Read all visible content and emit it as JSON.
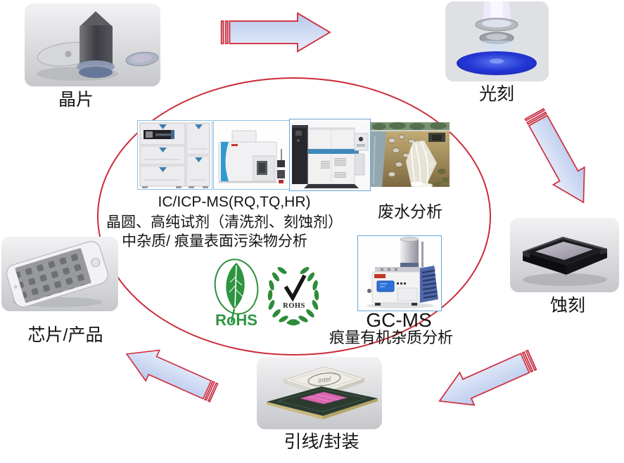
{
  "stages": {
    "wafer": {
      "label": "晶片"
    },
    "lithography": {
      "label": "光刻"
    },
    "etching": {
      "label": "蚀刻"
    },
    "packaging": {
      "label": "引线/封装"
    },
    "product": {
      "label": "芯片/产品"
    }
  },
  "analysis": {
    "ic_icp_title": "IC/ICP-MS(RQ,TQ,HR)",
    "ic_icp_line2": "晶圆、高纯试剂（清洗剂、刻蚀剂）",
    "ic_icp_line3": "中杂质/ 痕量表面污染物分析",
    "wastewater_label": "废水分析",
    "gcms_title": "GC-MS",
    "gcms_subtitle": "痕量有机杂质分析",
    "rohs_leaf_text": "RoHS",
    "rohs_wreath_text": "ROHS",
    "cpu_lid_logo": "intel"
  },
  "colors": {
    "ellipse_stroke": "#cb2b39",
    "arrow_stroke": "#cf2f3f",
    "arrow_fill_top": "#b7c9ec",
    "arrow_fill_bottom": "#e9eefb",
    "rohs_green": "#2e9440",
    "litho_disc_blue": "#2438d6",
    "instrument_border": "#8fc0e4"
  }
}
